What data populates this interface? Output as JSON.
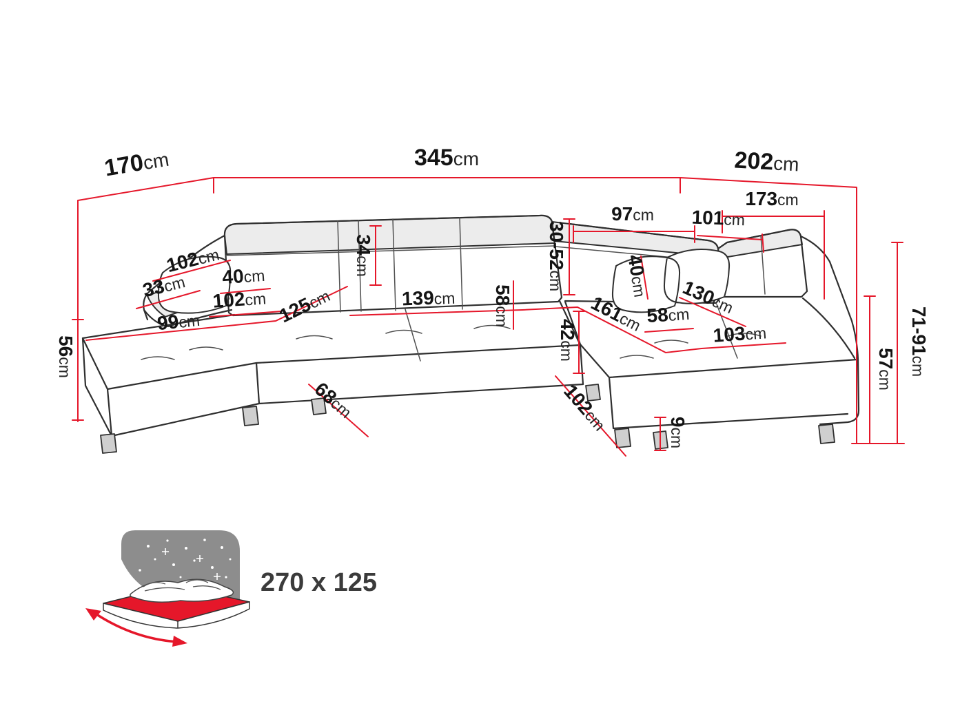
{
  "colors": {
    "dimension_red": "#e5172a",
    "outline_dark": "#2f2f2f",
    "label_black": "#141414",
    "panel_gray": "#ececec",
    "icon_gray": "#8d8d8d"
  },
  "dims": [
    {
      "id": "width-left-section",
      "value": "170",
      "unit": "cm"
    },
    {
      "id": "width-total",
      "value": "345",
      "unit": "cm"
    },
    {
      "id": "width-right-section",
      "value": "202",
      "unit": "cm"
    },
    {
      "id": "depth-right-173",
      "value": "173",
      "unit": "cm"
    },
    {
      "id": "seat-97",
      "value": "97",
      "unit": "cm"
    },
    {
      "id": "seat-101",
      "value": "101",
      "unit": "cm"
    },
    {
      "id": "armrest-102",
      "value": "102",
      "unit": "cm"
    },
    {
      "id": "armrest-33",
      "value": "33",
      "unit": "cm"
    },
    {
      "id": "pillow-40-left",
      "value": "40",
      "unit": "cm"
    },
    {
      "id": "seat-102-left",
      "value": "102",
      "unit": "cm"
    },
    {
      "id": "backrest-34",
      "value": "34",
      "unit": "cm"
    },
    {
      "id": "seat-depth-125",
      "value": "125",
      "unit": "cm"
    },
    {
      "id": "seat-139",
      "value": "139",
      "unit": "cm"
    },
    {
      "id": "seat-58-center",
      "value": "58",
      "unit": "cm"
    },
    {
      "id": "backrest-30-52",
      "value": "30-52",
      "unit": "cm"
    },
    {
      "id": "pillow-40-right",
      "value": "40",
      "unit": "cm"
    },
    {
      "id": "seat-161",
      "value": "161",
      "unit": "cm"
    },
    {
      "id": "seat-58-right",
      "value": "58",
      "unit": "cm"
    },
    {
      "id": "seat-130",
      "value": "130",
      "unit": "cm"
    },
    {
      "id": "seat-103",
      "value": "103",
      "unit": "cm"
    },
    {
      "id": "seat-99",
      "value": "99",
      "unit": "cm"
    },
    {
      "id": "height-56",
      "value": "56",
      "unit": "cm"
    },
    {
      "id": "seat-42",
      "value": "42",
      "unit": "cm"
    },
    {
      "id": "depth-68",
      "value": "68",
      "unit": "cm"
    },
    {
      "id": "depth-102-bottom",
      "value": "102",
      "unit": "cm"
    },
    {
      "id": "leg-height-9",
      "value": "9",
      "unit": "cm"
    },
    {
      "id": "backrest-height-71-91",
      "value": "71-91",
      "unit": "cm"
    },
    {
      "id": "seat-height-57",
      "value": "57",
      "unit": "cm"
    }
  ],
  "sleeping_area": {
    "label": "270 x 125"
  }
}
